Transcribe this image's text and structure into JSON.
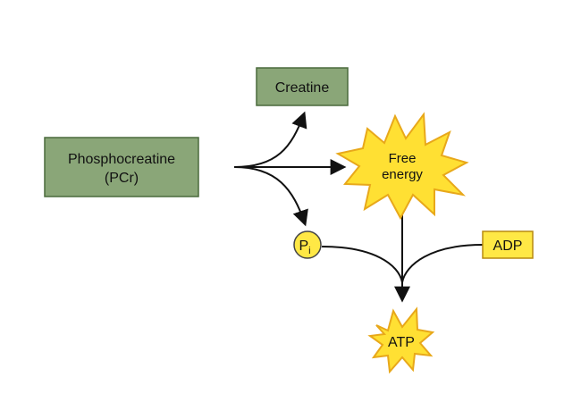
{
  "nodes": {
    "phosphocreatine": {
      "line1": "Phosphocreatine",
      "line2": "(PCr)"
    },
    "creatine": {
      "label": "Creatine"
    },
    "free_energy": {
      "line1": "Free",
      "line2": "energy"
    },
    "pi": {
      "label": "P",
      "subscript": "i"
    },
    "adp": {
      "label": "ADP"
    },
    "atp": {
      "label": "ATP"
    }
  },
  "colors": {
    "box_fill": "#8aa678",
    "box_stroke": "#4a6a3c",
    "star_fill": "#ffe033",
    "star_stroke": "#e8a81a",
    "pi_fill": "#ffe845",
    "adp_fill": "#ffe845",
    "arrow": "#111111"
  }
}
